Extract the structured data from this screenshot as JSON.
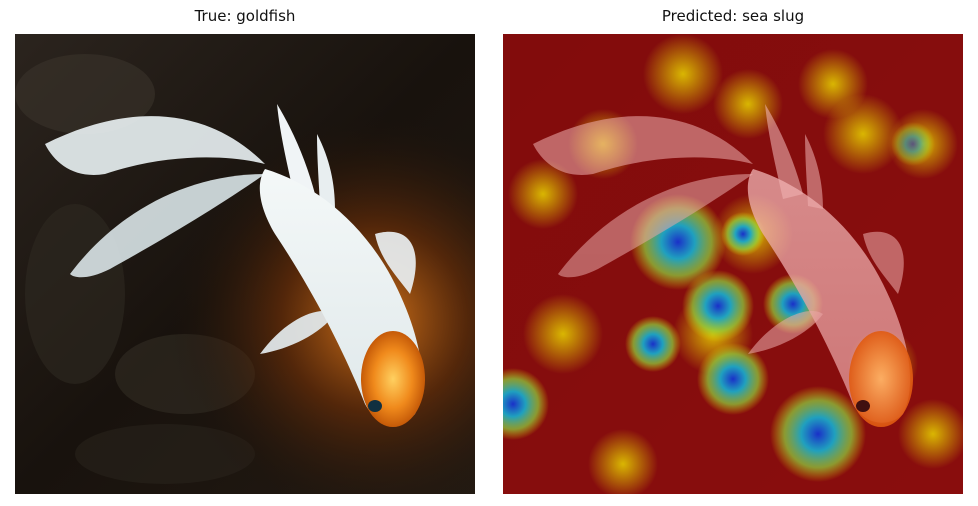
{
  "panels": [
    {
      "title": "True: goldfish",
      "image": "goldfish-photo"
    },
    {
      "title": "Predicted: sea slug",
      "image": "goldfish-photo-with-saliency-heatmap-overlay"
    }
  ],
  "colors": {
    "background": "#ffffff",
    "water_dark": "#1b120c",
    "fish_white": "#eef4f6",
    "fish_orange": "#f08a1c",
    "heat_red": "#a40000",
    "heat_yellow": "#e0c800",
    "heat_blue": "#1f3fd0",
    "heat_cyan": "#22c0c8"
  }
}
